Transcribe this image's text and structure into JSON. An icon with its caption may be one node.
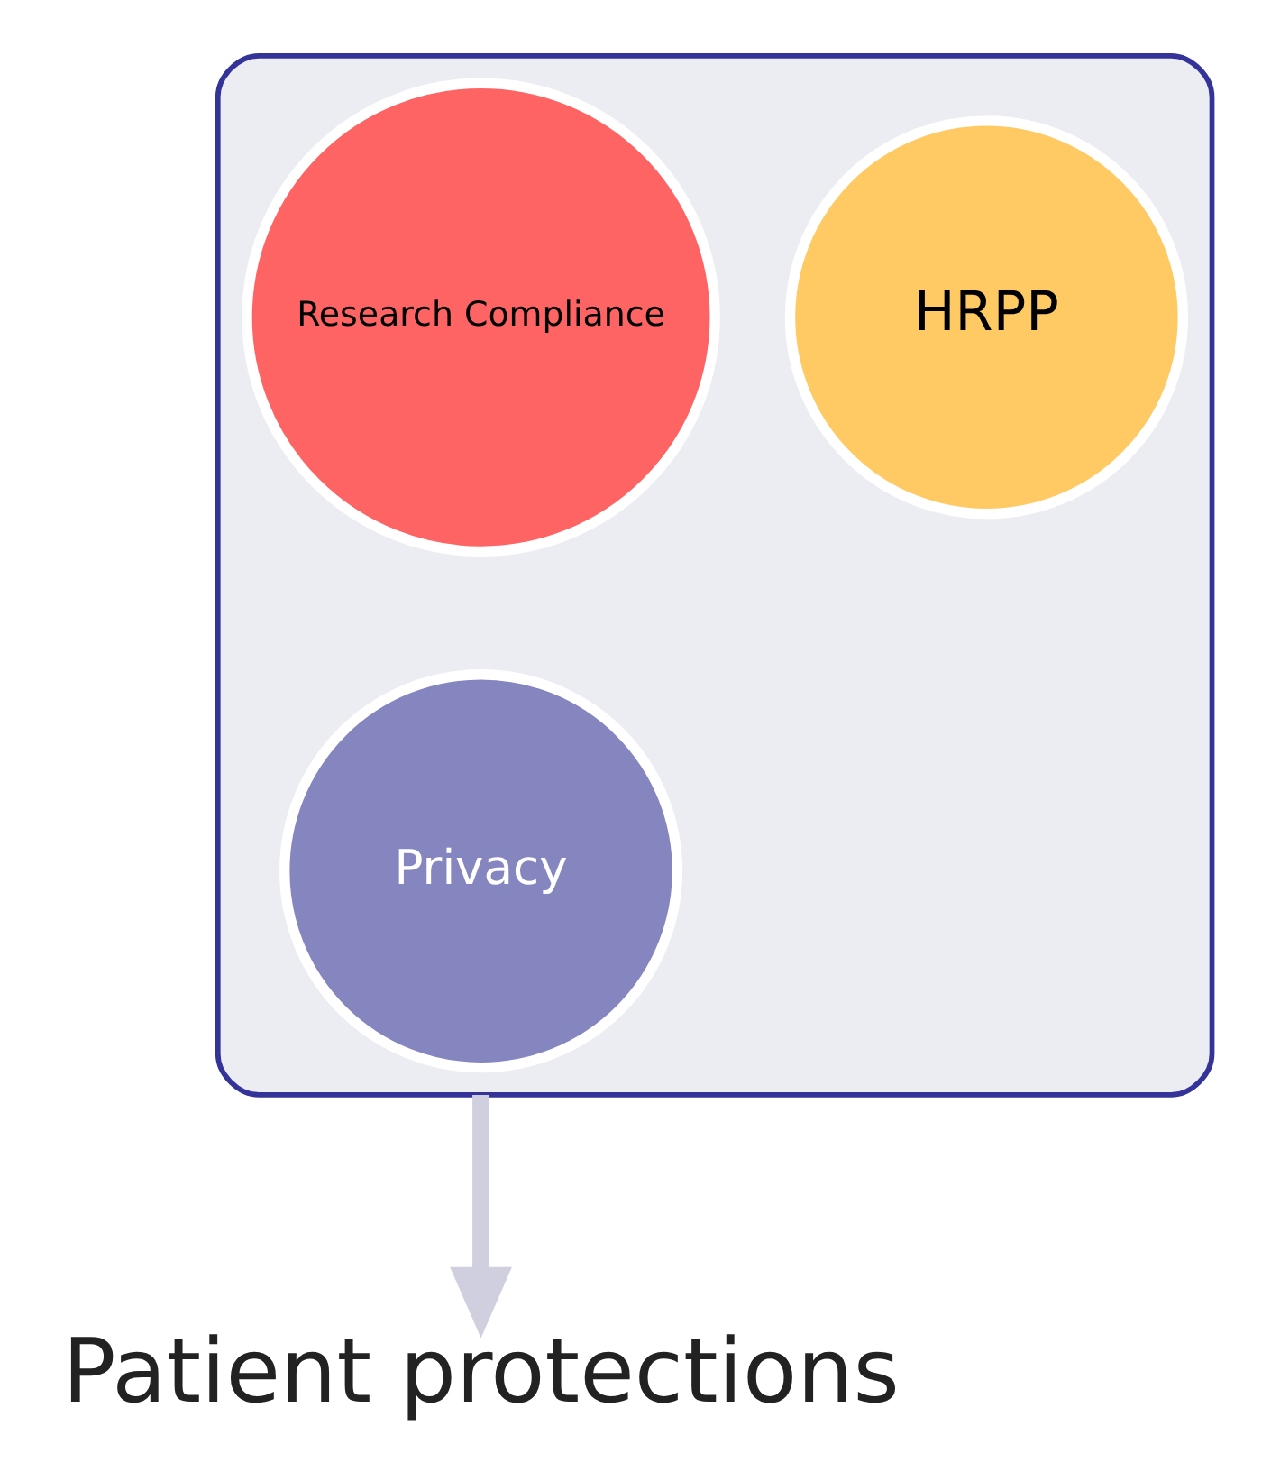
{
  "diagram": {
    "nodes": [
      {
        "text": [],
        "shape": "funnel"
      },
      {
        "text": [
          "Research Compliance"
        ],
        "in": 0
      },
      {
        "text": [
          "HRPP"
        ],
        "in": 0
      },
      {
        "text": [
          "Privacy"
        ],
        "in": 0
      },
      {
        "text": [
          "Patient protections"
        ]
      }
    ],
    "edges": [
      {
        "from": 0,
        "to": 4,
        "arrow": "to"
      }
    ]
  }
}
